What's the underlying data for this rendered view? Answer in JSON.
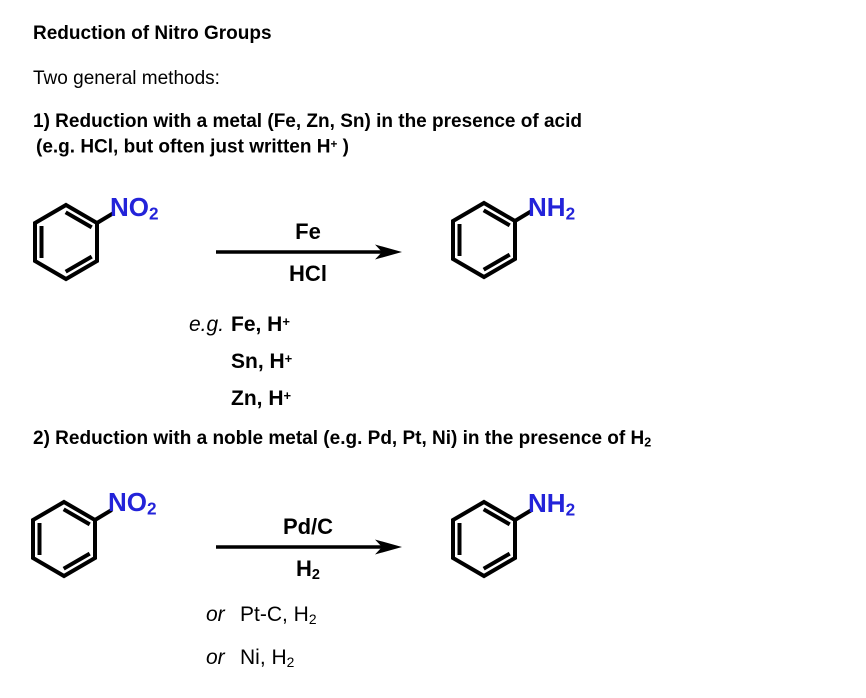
{
  "colors": {
    "ink": "#000000",
    "heteroatom_blue": "#2323d9",
    "background": "#ffffff"
  },
  "title": "Reduction of Nitro Groups",
  "intro": "Two general methods:",
  "method1": {
    "heading_line1": "1) Reduction with a metal (Fe, Zn, Sn) in the presence of acid",
    "heading_line2_pre": "(e.g. HCl, but often just written H",
    "heading_line2_sup": "+",
    "heading_line2_post": " )",
    "reactant_label": {
      "pre": "NO",
      "sub": "2"
    },
    "arrow_above": "Fe",
    "arrow_below": "HCl",
    "product_label": {
      "pre": "NH",
      "sub": "2"
    },
    "examples_prefix": "e.g.",
    "examples": [
      {
        "text": "Fe, H",
        "sup": "+"
      },
      {
        "text": "Sn, H",
        "sup": "+"
      },
      {
        "text": "Zn, H",
        "sup": "+"
      }
    ]
  },
  "method2": {
    "heading_pre": "2) Reduction with a noble metal (e.g. Pd, Pt, Ni) in the presence of H",
    "heading_sub": "2",
    "reactant_label": {
      "pre": "NO",
      "sub": "2"
    },
    "arrow_above": "Pd/C",
    "arrow_below_pre": "H",
    "arrow_below_sub": "2",
    "product_label": {
      "pre": "NH",
      "sub": "2"
    },
    "alternatives": [
      {
        "prefix": "or",
        "text": "Pt-C, H",
        "sub": "2"
      },
      {
        "prefix": "or",
        "text": "Ni, H",
        "sub": "2"
      }
    ]
  }
}
